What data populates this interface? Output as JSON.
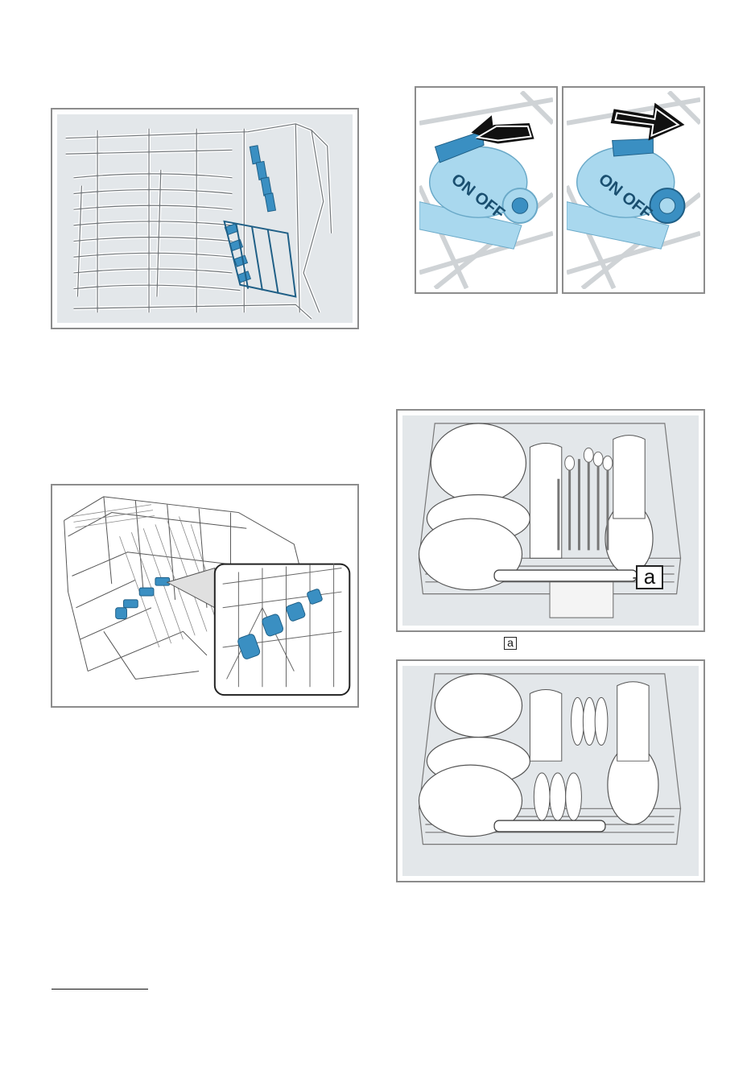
{
  "figures": {
    "rack_tines": {},
    "rack_clip_detail": {},
    "switch_on": {
      "label": "ON OFF"
    },
    "switch_off": {
      "label": "ON OFF"
    },
    "loaded_with_basket": {
      "callout": "a"
    },
    "loaded_without_basket": {}
  },
  "legend": {
    "callout": "a"
  },
  "colors": {
    "panel_bg": "#e3e7ea",
    "frame": "#8c8c8c",
    "accent_blue": "#3a8fc2",
    "light_blue": "#a9d8ee"
  },
  "icons": [
    "arrow-on-icon",
    "arrow-off-icon"
  ]
}
